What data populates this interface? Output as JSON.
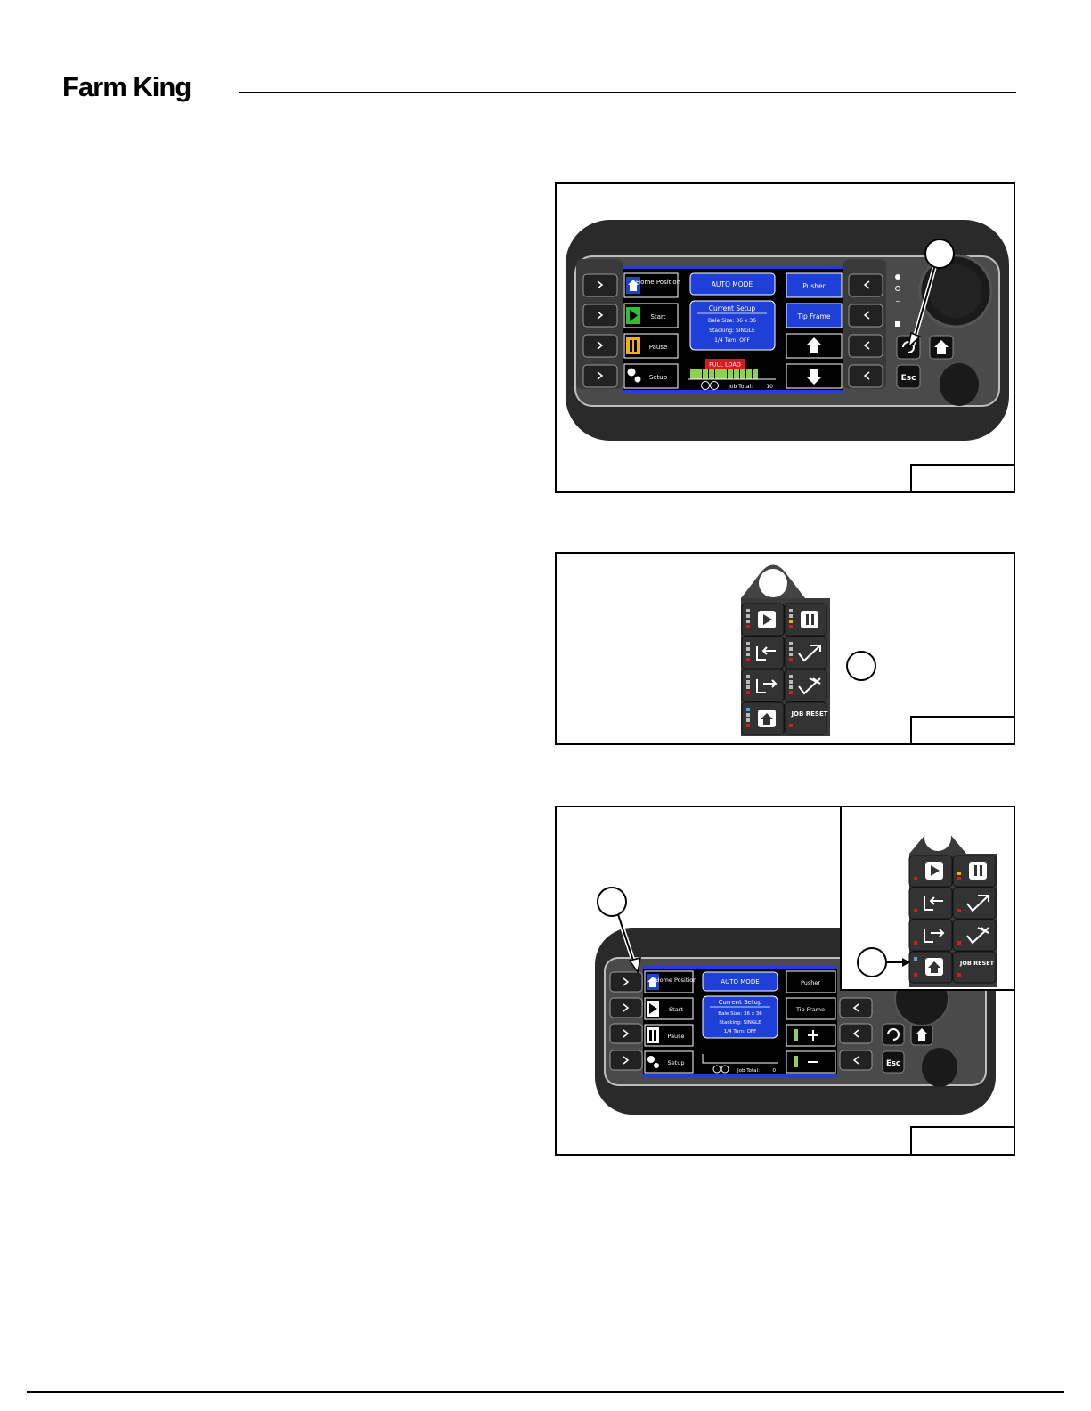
{
  "brand": {
    "logo_text": "Farm King"
  },
  "display": {
    "left_buttons": [
      "Home Position",
      "Start",
      "Pause",
      "Setup"
    ],
    "mode": "AUTO MODE",
    "setup_title": "Current Setup",
    "setup_lines": [
      "Bale Size:  36 x 36",
      "Stacking:  SINGLE",
      "1/4 Turn:  OFF"
    ],
    "right_buttons": [
      "Pusher",
      "Tip Frame"
    ],
    "load_badge": "FULL LOAD",
    "job_total_label": "Job Total:",
    "job_total_value_fig1": "10",
    "job_total_value_fig3": "0",
    "esc_label": "Esc"
  },
  "remote": {
    "job_reset_label": "JOB RESET"
  },
  "icons": [
    "chevron-right-icon",
    "chevron-left-icon",
    "home-icon",
    "play-icon",
    "pause-icon",
    "gear-icon",
    "up-arrow-icon",
    "down-arrow-icon",
    "cycle-icon",
    "plus-icon",
    "minus-icon"
  ],
  "colors": {
    "screen_blue": "#1e3fd8",
    "start_green": "#2fbf2f",
    "pause_yellow": "#f0b400",
    "full_load_red": "#d71920",
    "load_green": "#8fd14f",
    "console_dark": "#2e2e2e"
  }
}
